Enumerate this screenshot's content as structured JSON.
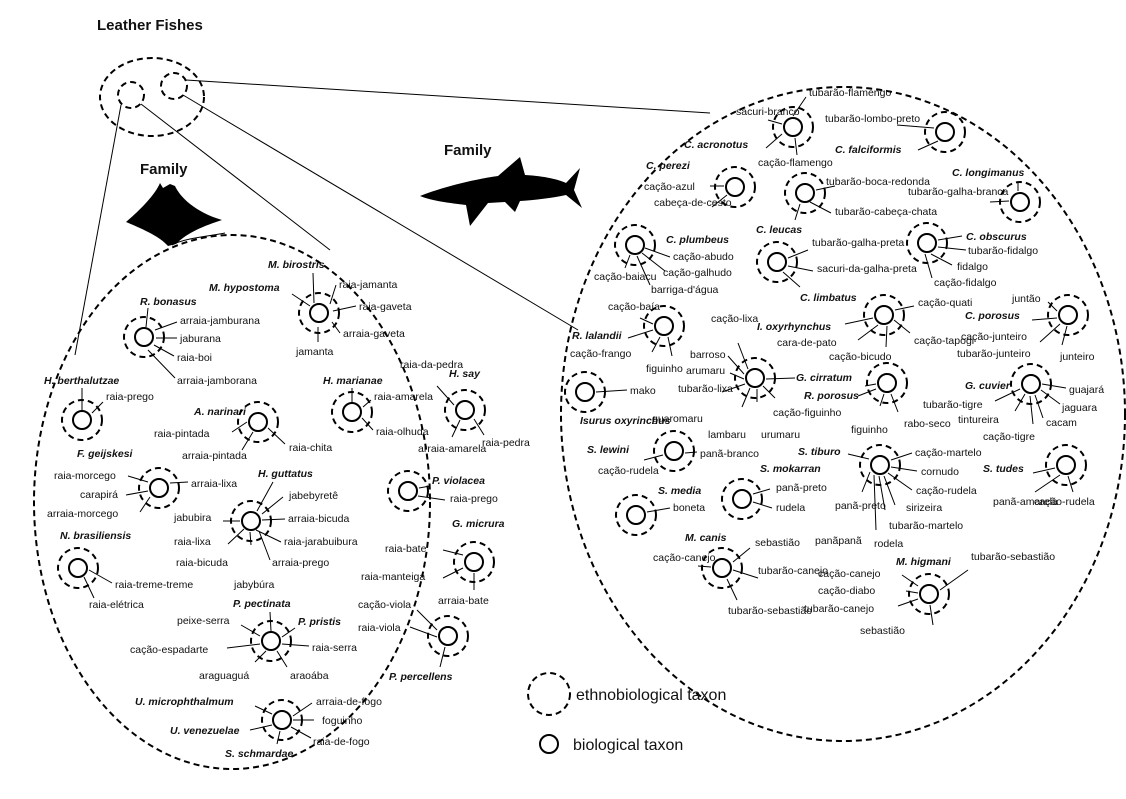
{
  "headings": {
    "leather_fishes": "Leather Fishes",
    "family_left": "Family",
    "family_right": "Family"
  },
  "legend": {
    "ethno": "ethnobiological taxon",
    "bio": "biological taxon"
  },
  "rays": [
    {
      "species": [
        "M. birostris",
        "M. hypostoma"
      ],
      "names": [
        "raia-jamanta",
        "raia-gaveta",
        "arraia-gaveta",
        "jamanta"
      ]
    },
    {
      "species": [
        "R. bonasus"
      ],
      "names": [
        "arraia-jamburana",
        "jaburana",
        "raia-boi",
        "arraia-jamborana"
      ]
    },
    {
      "species": [
        "H. berthalutzae"
      ],
      "names": [
        "raia-prego"
      ]
    },
    {
      "species": [
        "A. narinari"
      ],
      "names": [
        "raia-pintada",
        "arraia-pintada",
        "raia-chita"
      ]
    },
    {
      "species": [
        "H. marianae"
      ],
      "names": [
        "raia-amarela",
        "raia-olhuda"
      ]
    },
    {
      "species": [
        "H. say"
      ],
      "names": [
        "raia-da-pedra",
        "arraia-amarela",
        "raia-pedra"
      ]
    },
    {
      "species": [
        "F. geijskesi"
      ],
      "names": [
        "raia-morcego",
        "carapirá",
        "arraia-morcego",
        "arraia-lixa"
      ]
    },
    {
      "species": [
        "H. guttatus"
      ],
      "names": [
        "jabebyretê",
        "jabubira",
        "arraia-bicuda",
        "raia-lixa",
        "raia-jarabuibura",
        "raia-bicuda",
        "arraia-prego",
        "jabybúra"
      ]
    },
    {
      "species": [
        "P. violacea"
      ],
      "names": [
        "raia-prego"
      ]
    },
    {
      "species": [
        "G. micrura"
      ],
      "names": [
        "raia-bate",
        "raia-manteiga",
        "arraia-bate"
      ]
    },
    {
      "species": [
        "N. brasiliensis"
      ],
      "names": [
        "raia-treme-treme",
        "raia-elétrica"
      ]
    },
    {
      "species": [
        "P. pectinata",
        "P. pristis"
      ],
      "names": [
        "peixe-serra",
        "cação-espadarte",
        "raia-serra",
        "araguaguá",
        "araoába"
      ]
    },
    {
      "species": [
        "P. percellens"
      ],
      "names": [
        "cação-viola",
        "raia-viola"
      ]
    },
    {
      "species": [
        "U. microphthalmum",
        "U. venezuelae",
        "S. schmardae"
      ],
      "names": [
        "arraia-de-fogo",
        "foguinho",
        "raia-de-fogo"
      ]
    }
  ],
  "sharks": [
    {
      "species": [
        "C. acronotus"
      ],
      "names": [
        "tubarão-flamengo",
        "sacuri-branco",
        "cação-flamengo"
      ]
    },
    {
      "species": [
        "C. falciformis"
      ],
      "names": [
        "tubarão-lombo-preto"
      ]
    },
    {
      "species": [
        "C. perezi"
      ],
      "names": [
        "cação-azul",
        "cabeça-de-cesto"
      ]
    },
    {
      "species": [
        "C. leucas"
      ],
      "names": [
        "tubarão-boca-redonda",
        "tubarão-cabeça-chata"
      ]
    },
    {
      "species": [
        "C. longimanus"
      ],
      "names": [
        "tubarão-galha-branca"
      ]
    },
    {
      "species": [
        "C. plumbeus"
      ],
      "names": [
        "cação-abudo",
        "cação-galhudo",
        "barriga-d'água",
        "cação-baiacu"
      ]
    },
    {
      "species": [
        "C. limbatus"
      ],
      "names": [
        "tubarão-galha-preta",
        "sacuri-da-galha-preta"
      ]
    },
    {
      "species": [
        "C. obscurus"
      ],
      "names": [
        "tubarão-fidalgo",
        "fidalgo",
        "cação-fidalgo"
      ]
    },
    {
      "species": [
        "R. lalandii"
      ],
      "names": [
        "cação-baía",
        "cação-frango",
        "figuinho"
      ]
    },
    {
      "species": [
        "I. oxyrhynchus"
      ],
      "names": [
        "cação-quati",
        "cara-de-pato",
        "cação-bicudo",
        "cação-tapogi"
      ]
    },
    {
      "species": [
        "C. porosus"
      ],
      "names": [
        "juntão",
        "cação-junteiro",
        "tubarão-junteiro",
        "junteiro"
      ]
    },
    {
      "species": [
        "Isurus oxyrinchus"
      ],
      "names": [
        "mako"
      ]
    },
    {
      "species": [
        "G. cirratum"
      ],
      "names": [
        "cação-lixa",
        "barroso",
        "arumaru",
        "tubarão-lixa",
        "guaromaru",
        "lambaru",
        "urumaru"
      ]
    },
    {
      "species": [
        "R. porosus"
      ],
      "names": [
        "cação-figuinho",
        "figuinho",
        "rabo-seco"
      ]
    },
    {
      "species": [
        "G. cuvier"
      ],
      "names": [
        "guajará",
        "jaguara",
        "tubarão-tigre",
        "tintureira",
        "cacam",
        "cação-tigre"
      ]
    },
    {
      "species": [
        "S. lewini"
      ],
      "names": [
        "panã-branco",
        "cação-rudela"
      ]
    },
    {
      "species": [
        "S. tiburo"
      ],
      "names": [
        "cação-martelo",
        "cornudo",
        "cação-rudela",
        "sirizeira",
        "tubarão-martelo",
        "rodela",
        "panãpanã",
        "panã-preto"
      ]
    },
    {
      "species": [
        "S. mokarran"
      ],
      "names": [
        "panã-preto",
        "rudela"
      ]
    },
    {
      "species": [
        "S. tudes"
      ],
      "names": [
        "panã-amarela",
        "cação-rudela"
      ]
    },
    {
      "species": [
        "S. media"
      ],
      "names": [
        "boneta"
      ]
    },
    {
      "species": [
        "M. canis"
      ],
      "names": [
        "sebastião",
        "cação-canejo",
        "tubarão-canejo",
        "tubarão-sebastião"
      ]
    },
    {
      "species": [
        "M. higmani"
      ],
      "names": [
        "tubarão-sebastião",
        "cação-canejo",
        "cação-diabo",
        "tubarão-canejo",
        "sebastião"
      ]
    }
  ]
}
